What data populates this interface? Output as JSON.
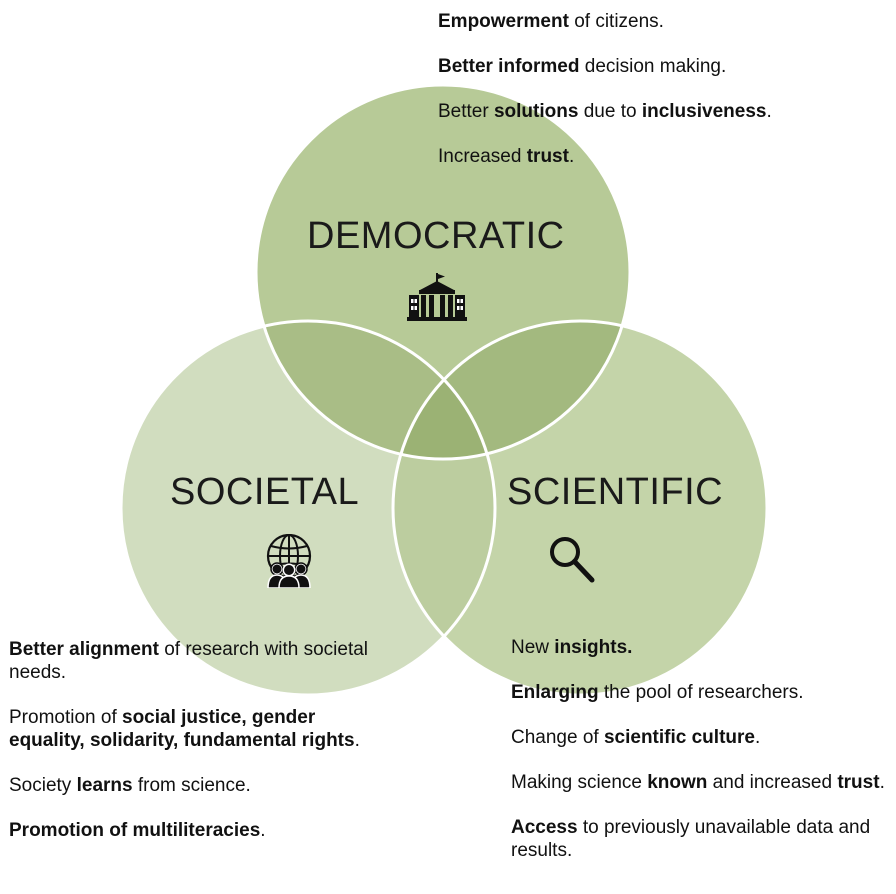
{
  "colors": {
    "democratic": "#b7ca97",
    "societal": "#d1ddbf",
    "scientific": "#c4d4a9",
    "overlap_dem_soc": "#a9bd86",
    "overlap_dem_sci": "#a3b97f",
    "overlap_soc_sci": "#bccd9f",
    "center": "#9bb274"
  },
  "circles": {
    "democratic": {
      "label": "DEMOCRATIC",
      "icon": "government-building-icon"
    },
    "societal": {
      "label": "SOCIETAL",
      "icon": "globe-people-icon"
    },
    "scientific": {
      "label": "SCIENTIFIC",
      "icon": "magnifying-glass-icon"
    }
  },
  "democratic_points": [
    [
      {
        "t": "Empowerment",
        "b": true
      },
      {
        "t": " of citizens.",
        "b": false
      }
    ],
    [
      {
        "t": "Better informed",
        "b": true
      },
      {
        "t": " decision making.",
        "b": false
      }
    ],
    [
      {
        "t": "Better ",
        "b": false
      },
      {
        "t": "solutions",
        "b": true
      },
      {
        "t": " due to ",
        "b": false
      },
      {
        "t": "inclusiveness",
        "b": true
      },
      {
        "t": ".",
        "b": false
      }
    ],
    [
      {
        "t": "Increased ",
        "b": false
      },
      {
        "t": "trust",
        "b": true
      },
      {
        "t": ".",
        "b": false
      }
    ]
  ],
  "societal_points": [
    [
      {
        "t": "Better alignment",
        "b": true
      },
      {
        "t": " of research with societal needs.",
        "b": false
      }
    ],
    [
      {
        "t": "Promotion of ",
        "b": false
      },
      {
        "t": "social justice, gender equality, solidarity, fundamental rights",
        "b": true
      },
      {
        "t": ".",
        "b": false
      }
    ],
    [
      {
        "t": "Society ",
        "b": false
      },
      {
        "t": "learns",
        "b": true
      },
      {
        "t": " from science.",
        "b": false
      }
    ],
    [
      {
        "t": "Promotion of multiliteracies",
        "b": true
      },
      {
        "t": ".",
        "b": false
      }
    ]
  ],
  "scientific_points": [
    [
      {
        "t": "New ",
        "b": false
      },
      {
        "t": "insights.",
        "b": true
      }
    ],
    [
      {
        "t": "Enlarging",
        "b": true
      },
      {
        "t": " the pool of researchers.",
        "b": false
      }
    ],
    [
      {
        "t": "Change of ",
        "b": false
      },
      {
        "t": "scientific culture",
        "b": true
      },
      {
        "t": ".",
        "b": false
      }
    ],
    [
      {
        "t": "Making science ",
        "b": false
      },
      {
        "t": "known",
        "b": true
      },
      {
        "t": " and increased ",
        "b": false
      },
      {
        "t": "trust",
        "b": true
      },
      {
        "t": ".",
        "b": false
      }
    ],
    [
      {
        "t": "Access",
        "b": true
      },
      {
        "t": " to previously unavailable data and results.",
        "b": false
      }
    ]
  ]
}
